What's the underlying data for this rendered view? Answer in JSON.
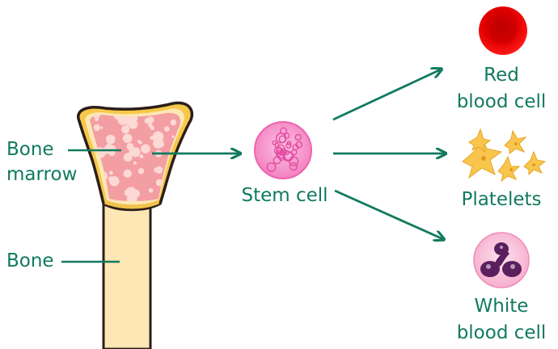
{
  "labels": {
    "bone_marrow_line1": "Bone",
    "bone_marrow_line2": "marrow",
    "bone": "Bone",
    "stem_cell": "Stem cell",
    "red_line1": "Red",
    "red_line2": "blood cell",
    "platelets": "Platelets",
    "white_line1": "White",
    "white_line2": "blood cell"
  },
  "colors": {
    "label_text": "#117a5f",
    "arrow": "#117a5f",
    "bone_fill": "#fde7b4",
    "bone_outline": "#2b1e1a",
    "bone_edge": "#f0c24b",
    "marrow": "#f39ea3",
    "stem_cell": "#f071b6",
    "red_cell": "#e50000",
    "platelet": "#f9c64d",
    "white_cell": "#f7c0d8",
    "white_nucleus": "#5a1f5d"
  },
  "icons": [
    "bone-icon",
    "stem-cell-icon",
    "red-blood-cell-icon",
    "platelets-icon",
    "white-blood-cell-icon"
  ]
}
